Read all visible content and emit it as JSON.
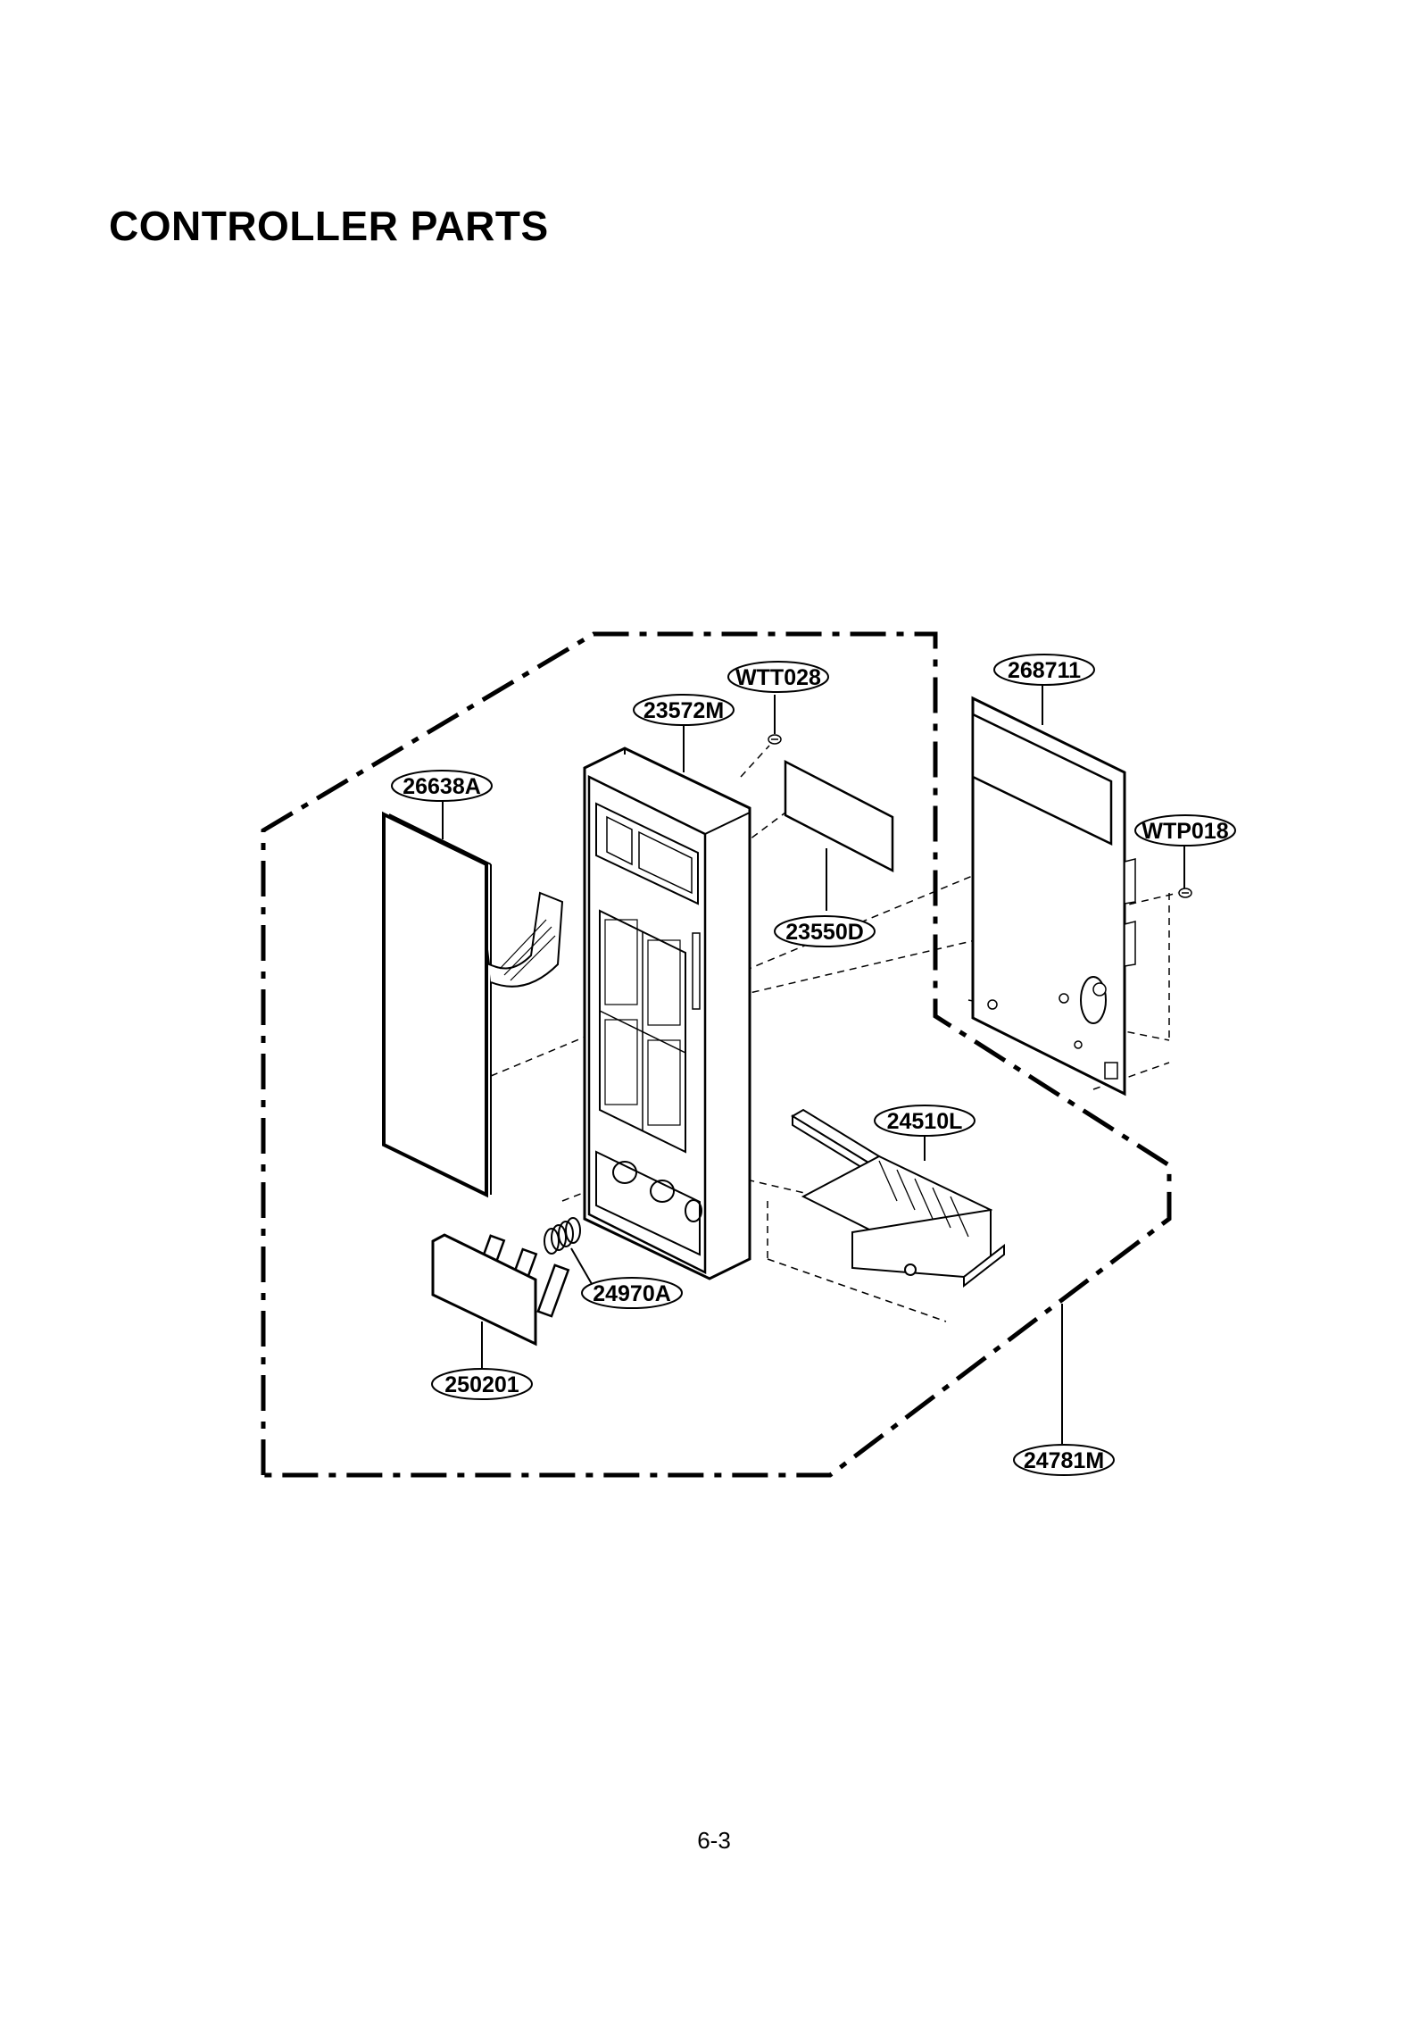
{
  "title": "CONTROLLER PARTS",
  "page_number": "6-3",
  "parts": {
    "p268711": "268711",
    "wtt028": "WTT028",
    "p23572m": "23572M",
    "p26638a": "26638A",
    "wtp018": "WTP018",
    "p23550d": "23550D",
    "p24510l": "24510L",
    "p24970a": "24970A",
    "p250201": "250201",
    "p24781m": "24781M"
  }
}
